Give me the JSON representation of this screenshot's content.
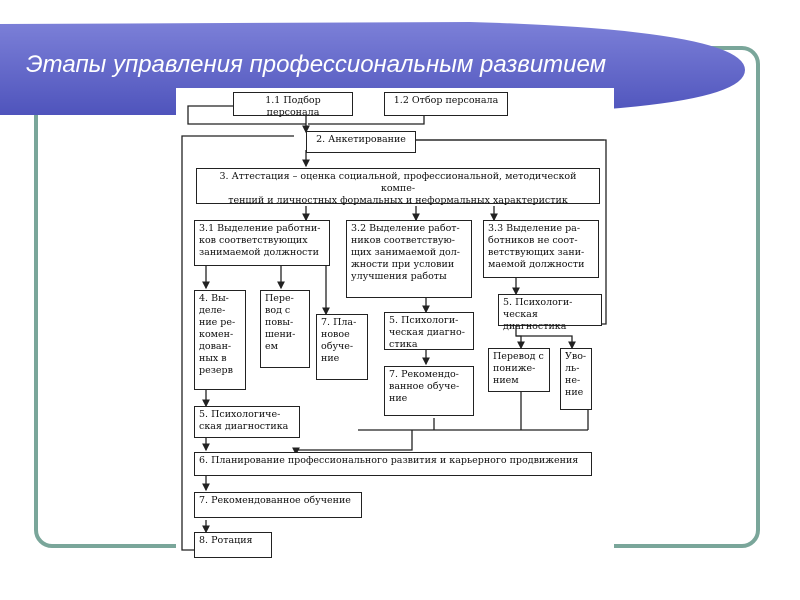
{
  "slide": {
    "title": "Этапы управления профессиональным развитием",
    "colors": {
      "banner": "#5a5fc4",
      "frame": "#7aa69a"
    }
  },
  "diagram": {
    "b11": "1.1 Подбор персонала",
    "b12": "1.2 Отбор персонала",
    "b2": "2. Анкетирование",
    "b3": "3. Аттестация – оценка социальной, профессиональной, методической компе-\nтенций и личностных формальных и неформальных характеристик",
    "b31": "3.1 Выделение работни-\nков соответствующих\nзанимаемой должности",
    "b32": "3.2 Выделение работ-\nников соответствую-\nщих занимаемой дол-\nжности при условии\nулучшения работы",
    "b33": "3.3 Выделение ра-\nботников не соот-\nветствующих зани-\nмаемой должности",
    "b4": "4. Вы-\nделе-\nние ре-\nкомен-\nдован-\nных в\nрезерв",
    "bperevod": "Пере-\nвод с\nповы-\nшени-\nем",
    "b7a": "7. Пла-\nновое\nобуче-\nние",
    "b5a": "5. Психологи-\nческая диагно-\nстика",
    "b7b": "7. Рекомендо-\nванное обуче-\nние",
    "b5b": "5. Психологи-\nческая диагностика",
    "bperevod2": "Перевод с\nпониже-\nнием",
    "bovol": "Уво-\nль-\nне-\nние",
    "b5c": "5. Психологиче-\nская диагностика",
    "b6": "6. Планирование  профессионального развития и карьерного продвижения",
    "b7c": "7. Рекомендованное обучение",
    "b8": "8. Ротация"
  }
}
